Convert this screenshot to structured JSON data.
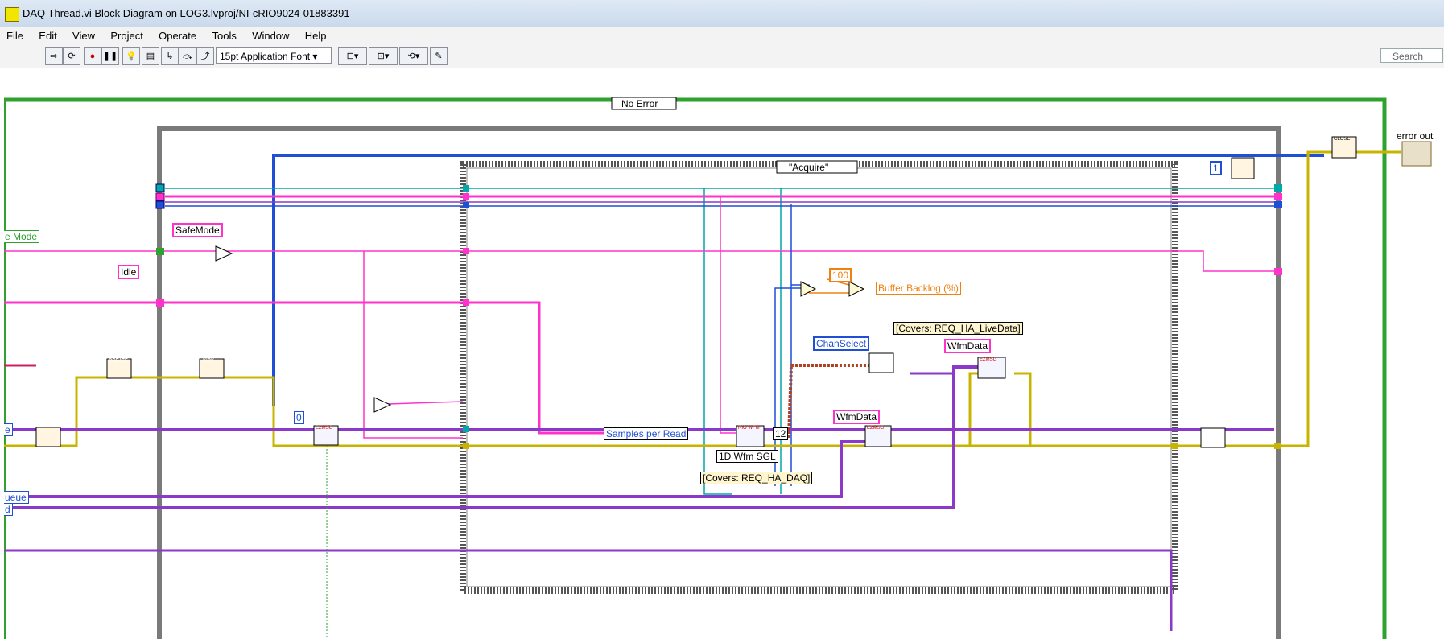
{
  "window": {
    "title": "DAQ Thread.vi Block Diagram on LOG3.lvproj/NI-cRIO9024-01883391"
  },
  "menu": {
    "items": [
      "File",
      "Edit",
      "View",
      "Project",
      "Operate",
      "Tools",
      "Window",
      "Help"
    ]
  },
  "toolbar": {
    "font_select": "15pt Application Font",
    "search_placeholder": "Search"
  },
  "diagram": {
    "case_selector_outer": "No Error",
    "case_selector_inner": "\"Acquire\"",
    "mode_label": "e Mode",
    "safemode": "SafeMode",
    "idle": "Idle",
    "const_zero": "0",
    "const_one": "1",
    "const_100": "100",
    "buffer_backlog": "Buffer Backlog (%)",
    "covers_livedata": "[Covers: REQ_HA_LiveData]",
    "chanselect": "ChanSelect",
    "wfmdata_top": "WfmData",
    "wfmdata_bottom": "WfmData",
    "samples_per_read": "Samples per Read",
    "wfm_type": "1D Wfm SGL",
    "covers_daq": "[Covers: REQ_HA_DAQ]",
    "error_out": "error out",
    "queue_label": "ueue",
    "d_label": "d",
    "e_label": "e",
    "num_12": "12",
    "ezmsg": "EZMSG",
    "create": "CREATE",
    "kick": "KICK",
    "close": "CLOSE",
    "rio": "RIO WFM"
  },
  "colors": {
    "pink": "#ff33cc",
    "blue": "#1f4fd6",
    "teal": "#00a8a8",
    "yellow": "#c8b400",
    "purple": "#8a39c9",
    "orange": "#f08010",
    "green": "#2fa12f"
  }
}
